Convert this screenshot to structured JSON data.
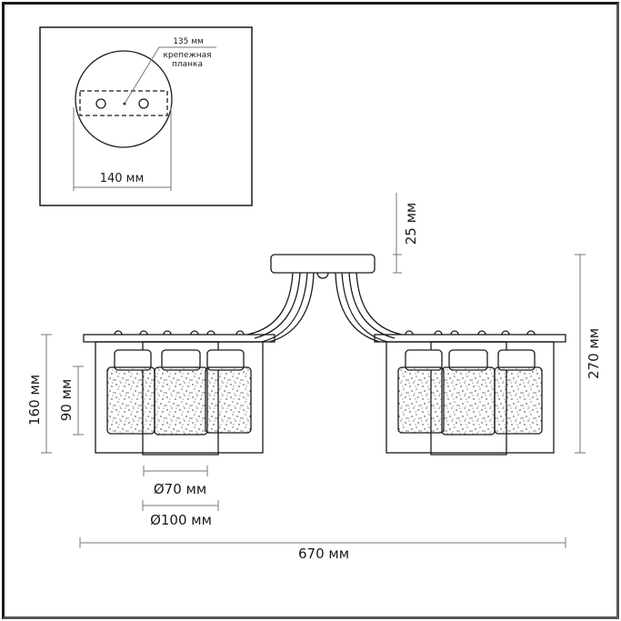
{
  "inset": {
    "bar_width": "135 мм",
    "bar_label_line1": "крепежная",
    "bar_label_line2": "планка",
    "canopy_diameter": "140 мм"
  },
  "dimensions": {
    "canopy_height": "25 мм",
    "total_height": "270 мм",
    "frame_height": "160 мм",
    "shade_height": "90 мм",
    "shade_diameter": "Ø70 мм",
    "frame_width": "Ø100 мм",
    "total_width": "670 мм"
  }
}
